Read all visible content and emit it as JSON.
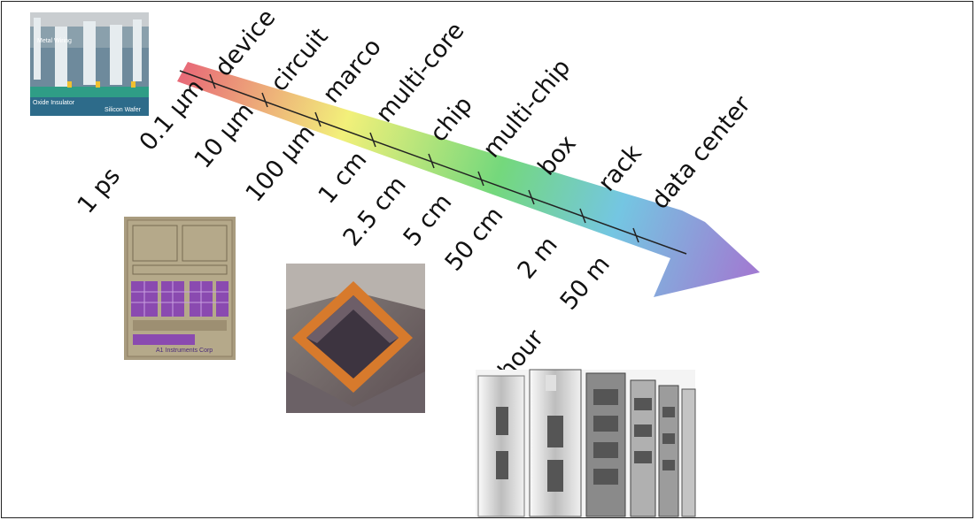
{
  "top_labels": [
    "device",
    "circuit",
    "marco",
    "multi-core",
    "chip",
    "multi-chip",
    "box",
    "rack",
    "data center"
  ],
  "size_labels": [
    "0.1 µm",
    "10 µm",
    "100 µm",
    "1 cm",
    "2.5 cm",
    "5 cm",
    "50 cm",
    "2 m",
    "50 m"
  ],
  "time_labels": [
    "1 ps",
    "hour"
  ],
  "wafer_text": {
    "metal": "Metal Wiring",
    "oxide": "Oxide Insulator",
    "silicon": "Silicon Wafer"
  },
  "die_text": "A1 Instruments Corp",
  "colors": {
    "arrow_red": "#e8707a",
    "arrow_yellow": "#f0f070",
    "arrow_green": "#70d878",
    "arrow_cyan": "#70c8e0",
    "arrow_purple": "#a080d0",
    "package_orange": "#d77a2c"
  }
}
